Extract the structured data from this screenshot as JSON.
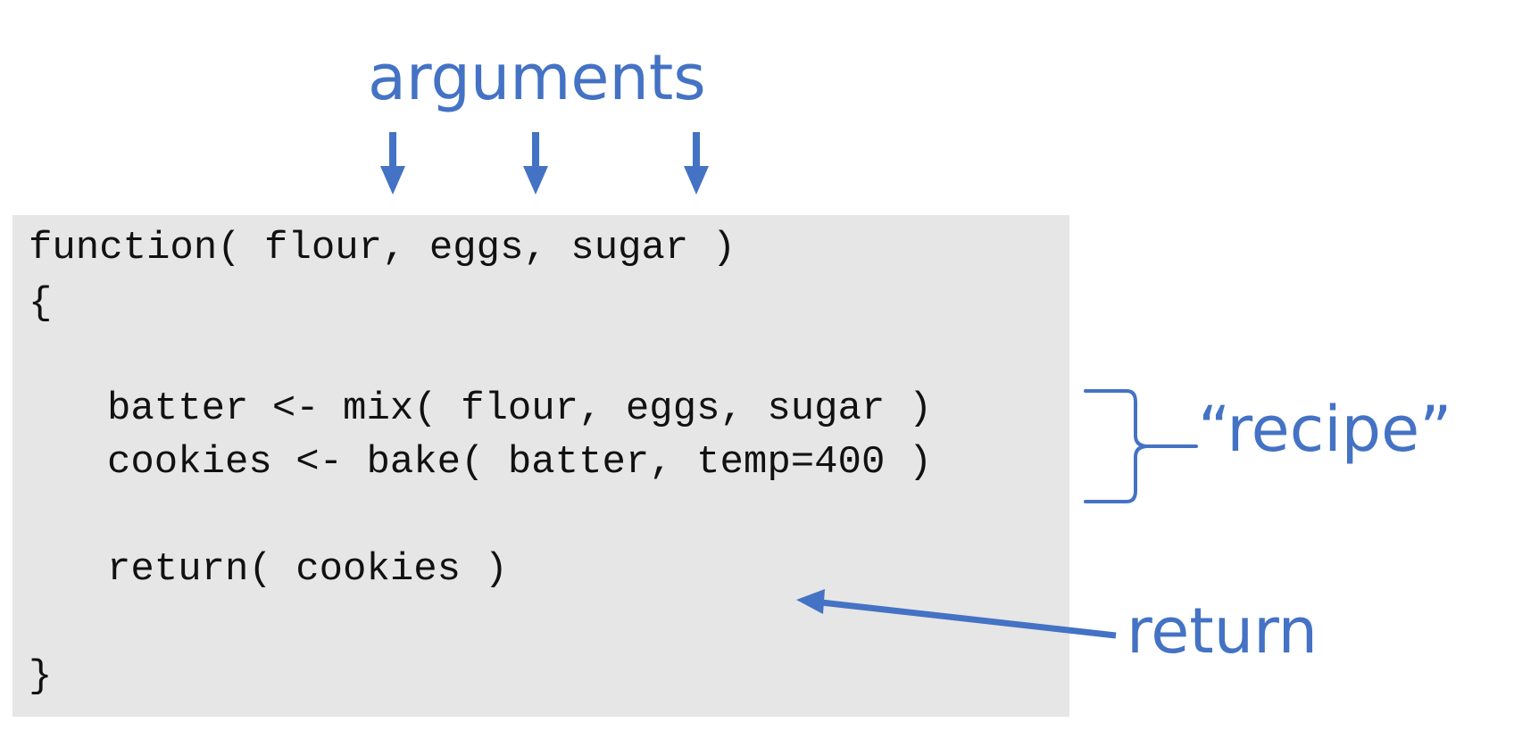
{
  "labels": {
    "arguments": "arguments",
    "recipe": "“recipe”",
    "return": "return"
  },
  "code": {
    "lines": [
      "function( flour, eggs, sugar )",
      "{",
      "batter <- mix( flour, eggs, sugar )",
      "cookies <- bake( batter, temp=400 )",
      "return( cookies )",
      "}"
    ]
  },
  "colors": {
    "accent": "#4472C4",
    "code_background": "#E6E6E6",
    "code_text": "#111111"
  },
  "icons": {
    "argument_arrows": "arrow-down-icon",
    "recipe_bracket": "right-brace-icon",
    "return_arrow": "arrow-left-icon"
  }
}
